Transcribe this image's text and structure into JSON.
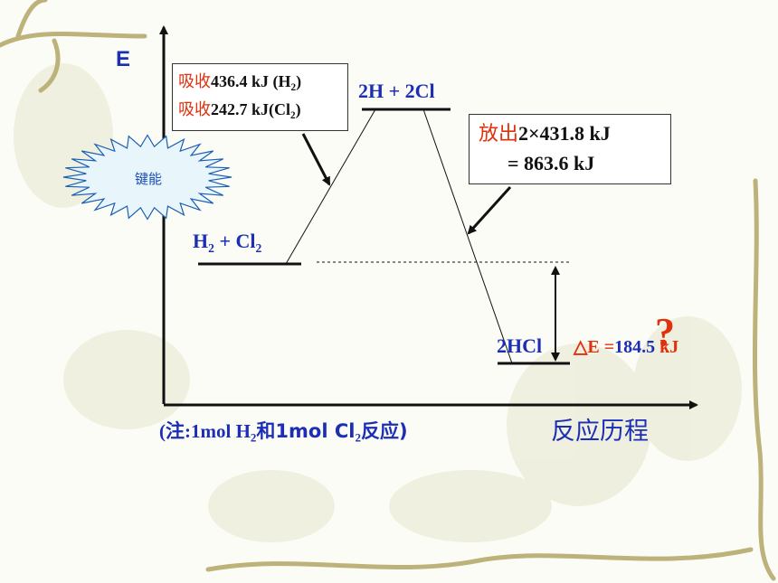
{
  "axis": {
    "y_label": "E",
    "x_label": "反应历程"
  },
  "badge": {
    "label": "键能"
  },
  "reactants": {
    "main": "H",
    "sub1": "2",
    "mid": " + Cl",
    "sub2": "2"
  },
  "intermediate": {
    "label": "2H + 2Cl"
  },
  "product": {
    "label": "2HCl"
  },
  "absorb_box": {
    "line1_prefix": "吸收",
    "line1_text": "436.4 kJ (H",
    "line1_sub": "2",
    "line1_end": ")",
    "line2_prefix": "吸收",
    "line2_text": "242.7 kJ(Cl",
    "line2_sub": "2",
    "line2_end": ")"
  },
  "release_box": {
    "line1_prefix": "放出",
    "line1_text": "2×431.8 kJ",
    "line2_text": "= 863.6 kJ"
  },
  "delta": {
    "symbol": "△E =",
    "value": "184.5",
    "unit": " kJ",
    "question": "?"
  },
  "note": {
    "text1": "(注:1mol H",
    "sub1": "2",
    "text2": "和1mol Cl",
    "sub2": "2",
    "text3": "反应)"
  },
  "colors": {
    "axis": "#111111",
    "label_blue": "#1c2fb4",
    "label_red": "#e0300c",
    "badge_fill": "#e8f6fc",
    "badge_stroke": "#1a5fb4"
  }
}
